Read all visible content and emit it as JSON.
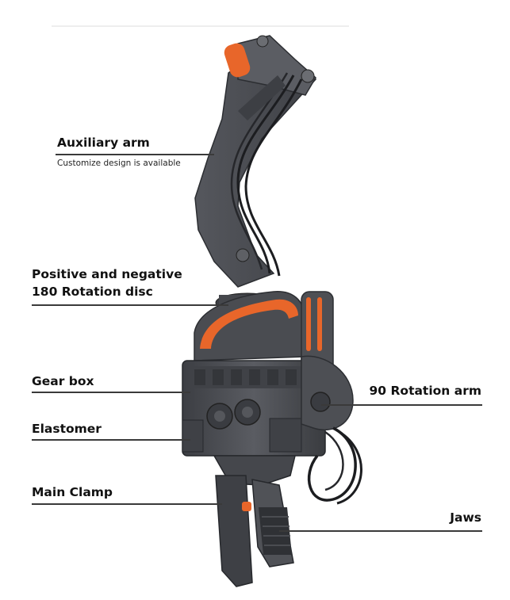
{
  "callouts": {
    "auxiliary_arm": {
      "title": "Auxiliary arm",
      "note": "Customize design is available"
    },
    "rotation_disc": {
      "line1": "Positive and negative",
      "line2": "180 Rotation disc"
    },
    "gear_box": "Gear box",
    "elastomer": "Elastomer",
    "main_clamp": "Main Clamp",
    "rotation_arm": "90 Rotation arm",
    "jaws": "Jaws"
  },
  "colors": {
    "machine_body": "#4a4c51",
    "machine_dark": "#2f3135",
    "accent_orange": "#e8662a",
    "hose": "#1c1d20",
    "leader_line": "#3a3a3a"
  }
}
